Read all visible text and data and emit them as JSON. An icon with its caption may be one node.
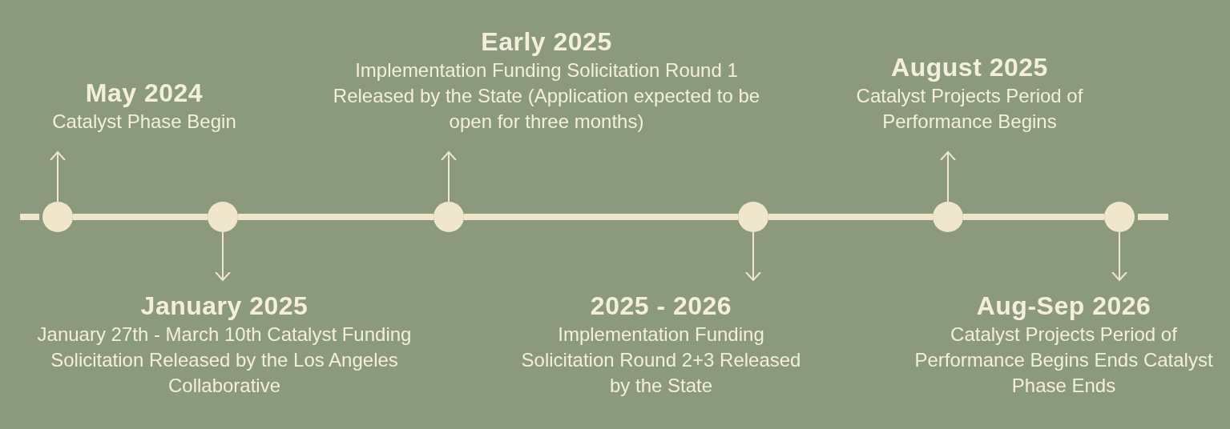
{
  "diagram": {
    "nodes": [
      {
        "text": [
          "May 2024",
          "Catalyst Phase Begin"
        ]
      },
      {
        "text": [
          "January 2025",
          "January 27th - March 10th Catalyst Funding Solicitation Released by the Los Angeles Collaborative"
        ]
      },
      {
        "text": [
          "Early 2025",
          "Implementation Funding Solicitation Round 1 Released by the State (Application expected to be open for three months)"
        ]
      },
      {
        "text": [
          "2025 - 2026",
          "Implementation Funding Solicitation Round 2+3 Released by the State"
        ]
      },
      {
        "text": [
          "August 2025",
          "Catalyst Projects Period of Performance Begins"
        ]
      },
      {
        "text": [
          "Aug-Sep 2026",
          "Catalyst Projects Period of Performance Begins Ends Catalyst Phase Ends"
        ]
      },
      {
        "text": [],
        "shape": "circle"
      },
      {
        "text": [],
        "shape": "circle"
      },
      {
        "text": [],
        "shape": "circle"
      },
      {
        "text": [],
        "shape": "circle"
      },
      {
        "text": [],
        "shape": "circle"
      },
      {
        "text": [],
        "shape": "circle"
      }
    ],
    "edges": [
      {
        "from": 6,
        "to": 0,
        "arrow": "to"
      },
      {
        "from": 7,
        "to": 1,
        "arrow": "to"
      },
      {
        "from": 8,
        "to": 2,
        "arrow": "to"
      },
      {
        "from": 9,
        "to": 3,
        "arrow": "to"
      },
      {
        "from": 10,
        "to": 4,
        "arrow": "to"
      },
      {
        "from": 11,
        "to": 5,
        "arrow": "to"
      },
      {
        "from": 6,
        "to": 7,
        "arrow": "none",
        "style": "thick"
      },
      {
        "from": 7,
        "to": 8,
        "arrow": "none",
        "style": "thick"
      },
      {
        "from": 8,
        "to": 9,
        "arrow": "none",
        "style": "thick"
      },
      {
        "from": 9,
        "to": 10,
        "arrow": "none",
        "style": "thick"
      },
      {
        "from": 10,
        "to": 11,
        "arrow": "none",
        "style": "thick"
      }
    ]
  }
}
